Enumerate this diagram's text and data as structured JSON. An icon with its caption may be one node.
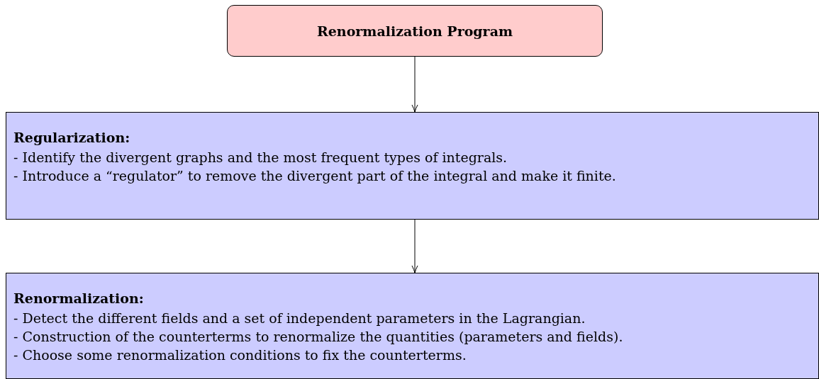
{
  "diagram": {
    "nodes": [
      {
        "text": [
          "Renormalization Program"
        ]
      },
      {
        "text": [
          "Regularization:",
          "- Identify the divergent graphs and the most frequent types of integrals.",
          "- Introduce a “regulator” to remove the divergent part of the integral and make it finite."
        ]
      },
      {
        "text": [
          "Renormalization:",
          "- Detect the different fields and a set of independent parameters in the Lagrangian.",
          "- Construction of the counterterms to renormalize the quantities (parameters and fields).",
          "- Choose some renormalization conditions to fix the counterterms."
        ]
      }
    ],
    "edges": [
      {
        "from": 0,
        "to": 1,
        "arrow": "to"
      },
      {
        "from": 1,
        "to": 2,
        "arrow": "to"
      }
    ]
  }
}
